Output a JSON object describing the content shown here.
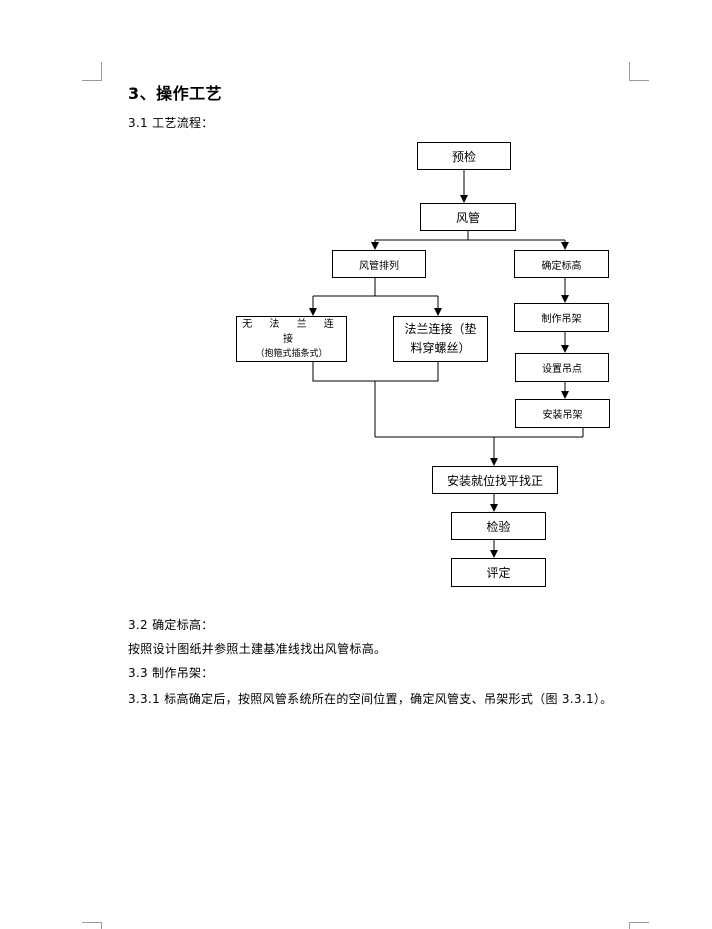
{
  "section_heading": "3、操作工艺",
  "sub_3_1": "3.1 工艺流程：",
  "flowchart": {
    "yujian": "预检",
    "fengguan": "风管",
    "fengguan_pailie": "风管排列",
    "queding_biaogao": "确定标高",
    "wufalan_line1": "无 法 兰 连 接",
    "wufalan_line2": "（抱箍式插条式）",
    "falan_line1": "法兰连接（垫",
    "falan_line2": "料穿螺丝）",
    "zhizuo_diaojia": "制作吊架",
    "shezhi_diaodian": "设置吊点",
    "anzhuang_diaojia": "安装吊架",
    "anzhuang_jiuwei": "安装就位找平找正",
    "jianyan": "检验",
    "pingding": "评定"
  },
  "sub_3_2": "3.2 确定标高：",
  "para_3_2": "按照设计图纸并参照土建基准线找出风管标高。",
  "sub_3_3": "3.3 制作吊架：",
  "para_3_3_1": "3.3.1 标高确定后，按照风管系统所在的空间位置，确定风管支、吊架形式（图 3.3.1）。"
}
